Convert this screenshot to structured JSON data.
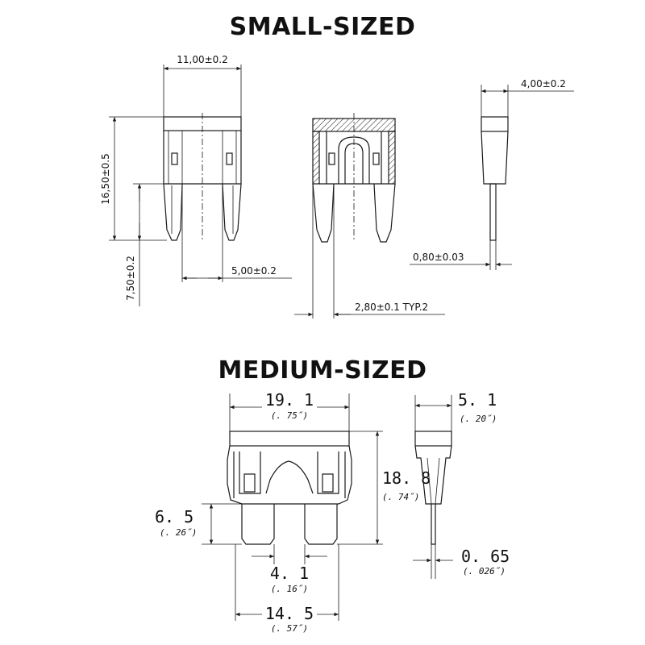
{
  "small": {
    "title": "SMALL-SIZED",
    "dims": {
      "width": "11,00±0.2",
      "height": "16,50±0.5",
      "blade_len": "7,50±0.2",
      "blade_gap": "5,00±0.2",
      "blade_w": "2,80±0.1 TYP.2",
      "thick": "4,00±0.2",
      "blade_t": "0,80±0.03"
    }
  },
  "medium": {
    "title": "MEDIUM-SIZED",
    "dims": {
      "width": "19. 1",
      "width_in": "(. 75˝)",
      "thick": "5. 1",
      "thick_in": "(. 20˝)",
      "height": "18. 8",
      "height_in": "(. 74˝)",
      "blade_len": "6. 5",
      "blade_len_in": "(. 26˝)",
      "blade_gap": "4. 1",
      "blade_gap_in": "(. 16˝)",
      "overall": "14. 5",
      "overall_in": "(. 57˝)",
      "blade_t": "0. 65",
      "blade_t_in": "(. 026˝)"
    }
  }
}
